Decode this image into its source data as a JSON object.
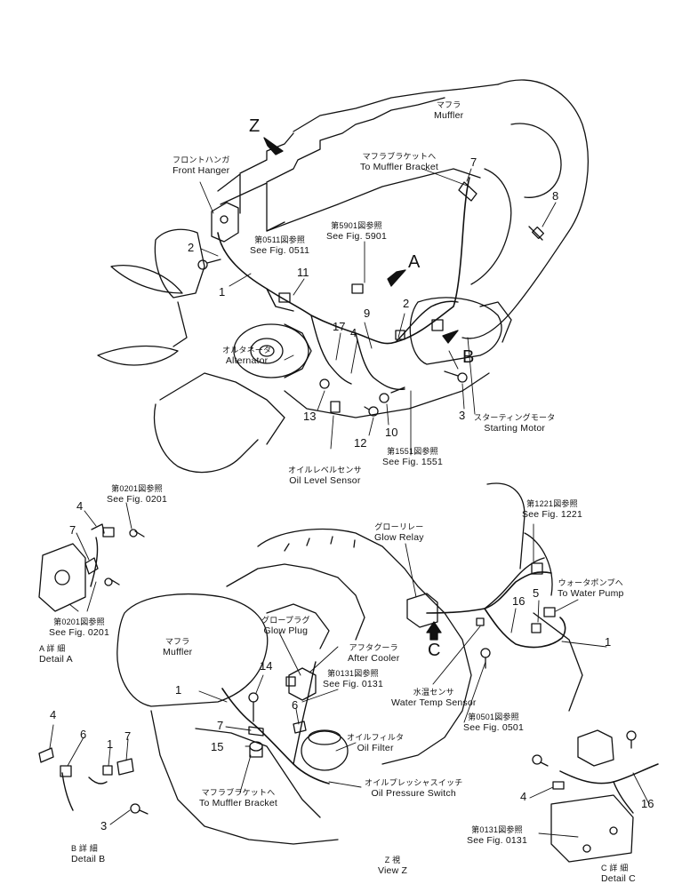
{
  "view_markers": {
    "z": "Z",
    "a": "A",
    "b": "B",
    "c": "C"
  },
  "labels": {
    "muffler_top": {
      "jp": "マフラ",
      "en": "Muffler"
    },
    "to_muffler_bracket_top": {
      "jp": "マフラブラケットへ",
      "en": "To Muffler Bracket"
    },
    "front_hanger": {
      "jp": "フロントハンガ",
      "en": "Front Hanger"
    },
    "see_fig_0511": {
      "jp": "第0511図参照",
      "en": "See Fig. 0511"
    },
    "see_fig_5901": {
      "jp": "第5901図参照",
      "en": "See Fig. 5901"
    },
    "alternator": {
      "jp": "オルタネータ",
      "en": "Alternator"
    },
    "starting_motor": {
      "jp": "スターティングモータ",
      "en": "Starting Motor"
    },
    "see_fig_1551": {
      "jp": "第1551図参照",
      "en": "See Fig. 1551"
    },
    "oil_level_sensor": {
      "jp": "オイルレベルセンサ",
      "en": "Oil Level Sensor"
    },
    "see_fig_0201_top": {
      "jp": "第0201図参照",
      "en": "See Fig. 0201"
    },
    "see_fig_0201_bottom": {
      "jp": "第0201図参照",
      "en": "See Fig. 0201"
    },
    "detail_a": {
      "jp": "A 詳 細",
      "en": "Detail A"
    },
    "glow_relay": {
      "jp": "グローリレー",
      "en": "Glow Relay"
    },
    "see_fig_1221": {
      "jp": "第1221図参照",
      "en": "See Fig. 1221"
    },
    "to_water_pump": {
      "jp": "ウォータポンプへ",
      "en": "To Water Pump"
    },
    "muffler_lower": {
      "jp": "マフラ",
      "en": "Muffler"
    },
    "glow_plug": {
      "jp": "グロープラグ",
      "en": "Glow Plug"
    },
    "after_cooler": {
      "jp": "アフタクーラ",
      "en": "After Cooler"
    },
    "see_fig_0131_mid": {
      "jp": "第0131図参照",
      "en": "See Fig. 0131"
    },
    "water_temp_sensor": {
      "jp": "水温センサ",
      "en": "Water Temp Sensor"
    },
    "see_fig_0501": {
      "jp": "第0501図参照",
      "en": "See Fig. 0501"
    },
    "oil_filter": {
      "jp": "オイルフィルタ",
      "en": "Oil Filter"
    },
    "oil_pressure_switch": {
      "jp": "オイルプレッシャスイッチ",
      "en": "Oil Pressure Switch"
    },
    "to_muffler_bracket_bottom": {
      "jp": "マフラブラケットへ",
      "en": "To Muffler Bracket"
    },
    "detail_b": {
      "jp": "B 詳 細",
      "en": "Detail B"
    },
    "view_z": {
      "jp": "Z 視",
      "en": "View Z"
    },
    "see_fig_0131_bottom": {
      "jp": "第0131図参照",
      "en": "See Fig. 0131"
    },
    "detail_c": {
      "jp": "C 詳 細",
      "en": "Detail C"
    }
  },
  "part_numbers": {
    "top_2_left": "2",
    "top_1": "1",
    "top_11": "11",
    "top_17": "17",
    "top_4": "4",
    "top_9": "9",
    "top_2_mid": "2",
    "top_7": "7",
    "top_8": "8",
    "top_13": "13",
    "top_12": "12",
    "top_10": "10",
    "top_3": "3",
    "a_4": "4",
    "a_7": "7",
    "z_5": "5",
    "z_16": "16",
    "z_1_right": "1",
    "z_14": "14",
    "z_1_left": "1",
    "z_6": "6",
    "z_7": "7",
    "z_15": "15",
    "b_4": "4",
    "b_6": "6",
    "b_1": "1",
    "b_7": "7",
    "b_3": "3",
    "c_4": "4",
    "c_16": "16"
  }
}
